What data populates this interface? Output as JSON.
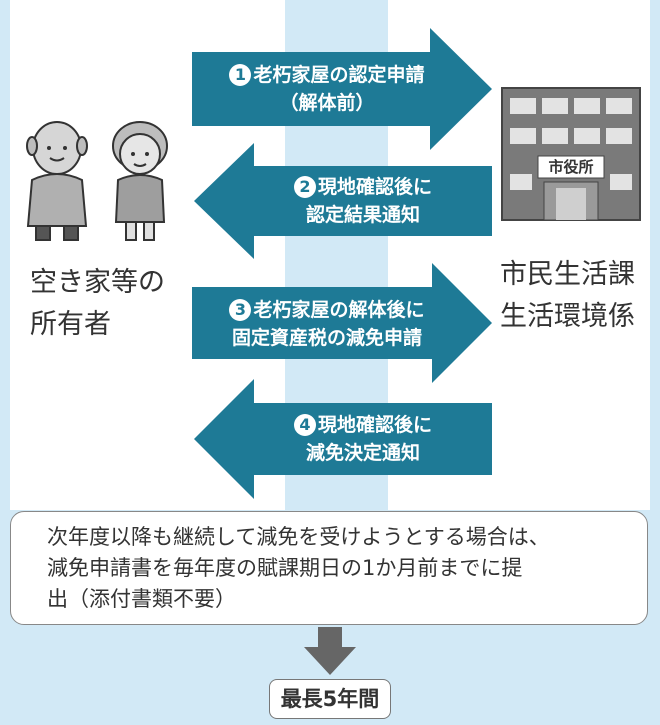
{
  "colors": {
    "arrow": "#1e7a96",
    "band": "#d2e9f6",
    "down_arrow": "#666666"
  },
  "parties": {
    "owner": {
      "line1": "空き家等の",
      "line2": "所有者"
    },
    "office": {
      "line1": "市民生活課",
      "line2": "生活環境係",
      "sign": "市役所"
    }
  },
  "steps": [
    {
      "num": "1",
      "line1": "老朽家屋の認定申請",
      "line2": "（解体前）",
      "direction": "right"
    },
    {
      "num": "2",
      "line1": "現地確認後に",
      "line2": "認定結果通知",
      "direction": "left"
    },
    {
      "num": "3",
      "line1": "老朽家屋の解体後に",
      "line2": "固定資産税の減免申請",
      "direction": "right"
    },
    {
      "num": "4",
      "line1": "現地確認後に",
      "line2": "減免決定通知",
      "direction": "left"
    }
  ],
  "note": {
    "line1": "次年度以降も継続して減免を受けようとする場合は、",
    "line2": "減免申請書を毎年度の賦課期日の1か月前までに提",
    "line3": "出（添付書類不要）"
  },
  "result": "最長5年間",
  "icons": {
    "owners": "elderly-couple-icon",
    "office": "city-hall-building-icon"
  }
}
